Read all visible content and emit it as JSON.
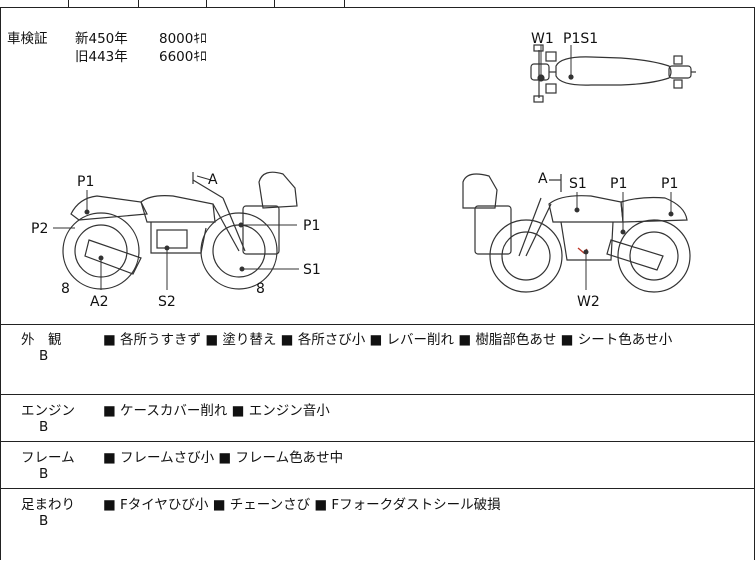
{
  "shaken": {
    "label": "車検証",
    "rows": [
      {
        "kind": "新450年",
        "amount": "8000ｷﾛ"
      },
      {
        "kind": "旧443年",
        "amount": "6600ｷﾛ"
      }
    ]
  },
  "top_view_labels": {
    "w1": "W1",
    "p1s1": "P1S1"
  },
  "left_view_labels": {
    "p1_top": "P1",
    "a_top": "A",
    "p2": "P2",
    "p1_right": "P1",
    "s1": "S1",
    "eight_left": "8",
    "eight_right": "8",
    "a2": "A2",
    "s2": "S2"
  },
  "right_view_labels": {
    "a": "A",
    "s1": "S1",
    "p1_mid": "P1",
    "p1_right": "P1",
    "w2": "W2"
  },
  "conditions": [
    {
      "category": "外　観",
      "grade": "B",
      "items": "■ 各所うすきず ■ 塗り替え ■ 各所さび小 ■ レバー削れ ■ 樹脂部色あせ ■ シート色あせ小"
    },
    {
      "category": "エンジン",
      "grade": "B",
      "items": "■ ケースカバー削れ ■ エンジン音小"
    },
    {
      "category": "フレーム",
      "grade": "B",
      "items": "■ フレームさび小 ■ フレーム色あせ中"
    },
    {
      "category": "足まわり",
      "grade": "B",
      "items": "■ Fタイヤひび小 ■ チェーンさび ■ Fフォークダストシール破損"
    }
  ],
  "colors": {
    "border": "#222222",
    "line": "#333333",
    "damage_mark": "#c0392b"
  }
}
